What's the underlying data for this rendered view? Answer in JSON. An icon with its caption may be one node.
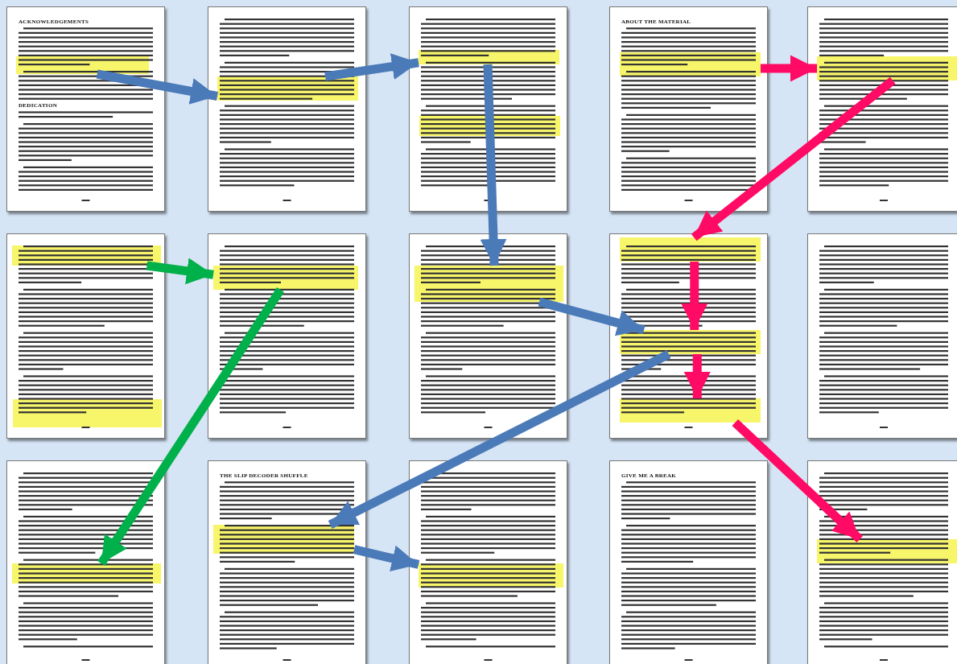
{
  "diagram": {
    "nodes": [
      {
        "text": [
          "ACKNOWLEDGEMENTS",
          "DEDICATION"
        ]
      },
      {
        "text": [],
        "shape": "box",
        "in": 0
      },
      {
        "text": [],
        "shape": "box"
      },
      {
        "text": [],
        "shape": "box",
        "in": 2
      },
      {
        "text": [],
        "shape": "box"
      },
      {
        "text": [],
        "shape": "box",
        "in": 4
      },
      {
        "text": [
          "ABOUT THE MATERIAL"
        ]
      },
      {
        "text": [],
        "shape": "box",
        "in": 6
      },
      {
        "text": [],
        "shape": "box"
      },
      {
        "text": [],
        "shape": "box",
        "in": 8
      },
      {
        "text": [],
        "shape": "box"
      },
      {
        "text": [],
        "shape": "box",
        "in": 10
      },
      {
        "text": [],
        "shape": "box"
      },
      {
        "text": [],
        "shape": "box",
        "in": 12
      },
      {
        "text": [],
        "shape": "box"
      },
      {
        "text": [],
        "shape": "box",
        "in": 14
      },
      {
        "text": [],
        "shape": "box"
      },
      {
        "text": [],
        "shape": "box",
        "in": 16
      },
      {
        "text": [],
        "shape": "box",
        "in": 16
      },
      {
        "text": [],
        "shape": "box",
        "in": 16
      },
      {
        "text": [],
        "shape": "box"
      },
      {
        "text": [],
        "shape": "box"
      },
      {
        "text": [],
        "shape": "box",
        "in": 21
      },
      {
        "text": [
          "THE SLIP DECODER SHUFFLE"
        ]
      },
      {
        "text": [],
        "shape": "box",
        "in": 23
      },
      {
        "text": [],
        "shape": "box"
      },
      {
        "text": [],
        "shape": "box",
        "in": 25
      },
      {
        "text": [
          "GIVE ME A BREAK"
        ]
      },
      {
        "text": [],
        "shape": "box"
      },
      {
        "text": [],
        "shape": "box",
        "in": 28
      }
    ],
    "edges": [
      {
        "from": 1,
        "to": 3,
        "arrow": "to"
      },
      {
        "from": 3,
        "to": 5,
        "arrow": "to"
      },
      {
        "from": 5,
        "to": 15,
        "arrow": "to"
      },
      {
        "from": 15,
        "to": 18,
        "arrow": "to"
      },
      {
        "from": 18,
        "to": 24,
        "arrow": "to"
      },
      {
        "from": 24,
        "to": 26,
        "arrow": "to"
      },
      {
        "from": 7,
        "to": 9,
        "arrow": "to",
        "color": "#ff0a64"
      },
      {
        "from": 9,
        "to": 17,
        "arrow": "to",
        "color": "#ff0a64"
      },
      {
        "from": 17,
        "to": 18,
        "arrow": "to",
        "color": "#ff0a64"
      },
      {
        "from": 18,
        "to": 19,
        "arrow": "to",
        "color": "#ff0a64"
      },
      {
        "from": 19,
        "to": 29,
        "arrow": "to",
        "color": "#ff0a64"
      },
      {
        "from": 11,
        "to": 13,
        "arrow": "to",
        "color": "#00b04a"
      },
      {
        "from": 13,
        "to": 22,
        "arrow": "to",
        "color": "#00b04a"
      }
    ]
  }
}
